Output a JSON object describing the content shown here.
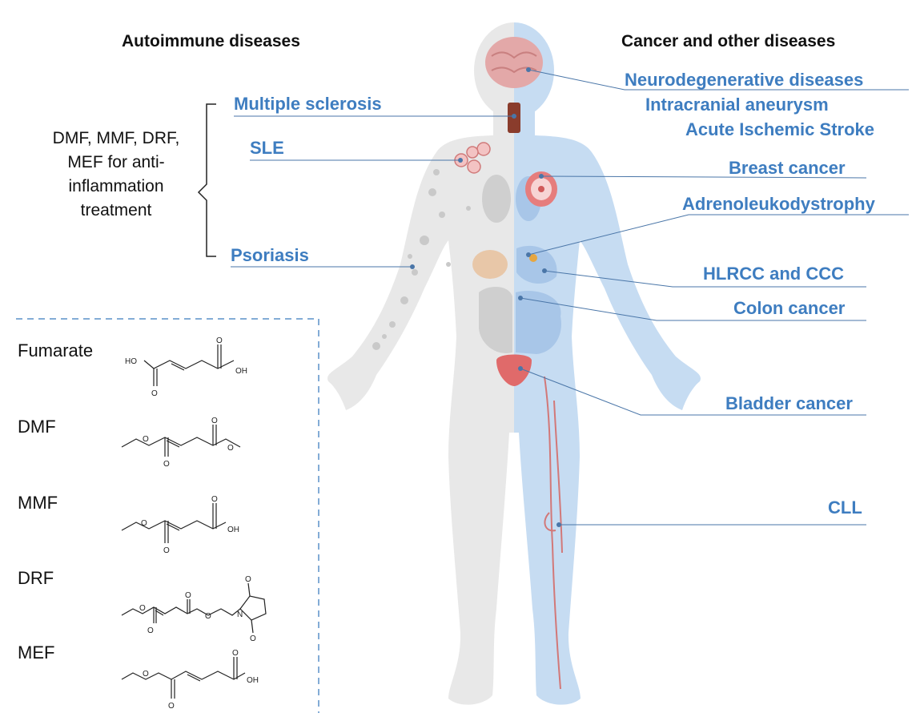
{
  "headers": {
    "left": "Autoimmune diseases",
    "right": "Cancer and other diseases"
  },
  "treatment_note": [
    "DMF, MMF, DRF,",
    "MEF for anti-",
    "inflammation",
    "treatment"
  ],
  "left_labels": [
    "Multiple sclerosis",
    "SLE",
    "Psoriasis"
  ],
  "right_labels": [
    "Neurodegenerative diseases",
    "Intracranial aneurysm",
    "Acute Ischemic Stroke",
    "Breast cancer",
    "Adrenoleukodystrophy",
    "HLRCC and CCC",
    "Colon cancer",
    "Bladder cancer",
    "CLL"
  ],
  "molecules": [
    "Fumarate",
    "DMF",
    "MMF",
    "DRF",
    "MEF"
  ],
  "atom_labels": {
    "hydroxyl": "HO",
    "hydroxyl_r": "OH",
    "oxygen": "O",
    "nitrogen": "N"
  },
  "colors": {
    "label_blue": "#3e7dc0",
    "body_gray": "#e8e8e8",
    "body_blue": "#c6dcf2",
    "organ_red": "#e07070",
    "leader_line": "#4a76a8"
  }
}
